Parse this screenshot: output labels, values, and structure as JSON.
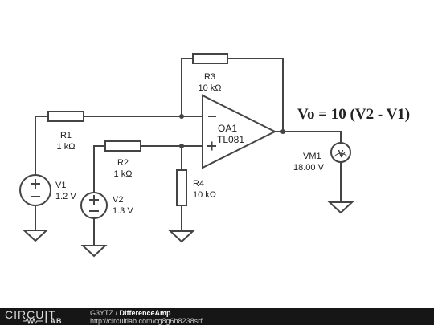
{
  "equation": "Vo = 10 (V2 - V1)",
  "components": {
    "r1": {
      "name": "R1",
      "value": "1 kΩ"
    },
    "r2": {
      "name": "R2",
      "value": "1 kΩ"
    },
    "r3": {
      "name": "R3",
      "value": "10 kΩ"
    },
    "r4": {
      "name": "R4",
      "value": "10 kΩ"
    },
    "v1": {
      "name": "V1",
      "value": "1.2 V"
    },
    "v2": {
      "name": "V2",
      "value": "1.3 V"
    },
    "oa1": {
      "name": "OA1",
      "value": "TL081"
    },
    "vm1": {
      "name": "VM1",
      "value": "18.00 V",
      "symbol": "V"
    }
  },
  "footer": {
    "logo_circuit": "CIRCUIT",
    "logo_lab": "LAB",
    "user": "G3YTZ",
    "separator": " / ",
    "title": "DifferenceAmp",
    "url": "http://circuitlab.com/cg8g6h8238srf"
  },
  "colors": {
    "wire": "#444444",
    "footer_bg": "#161616"
  }
}
